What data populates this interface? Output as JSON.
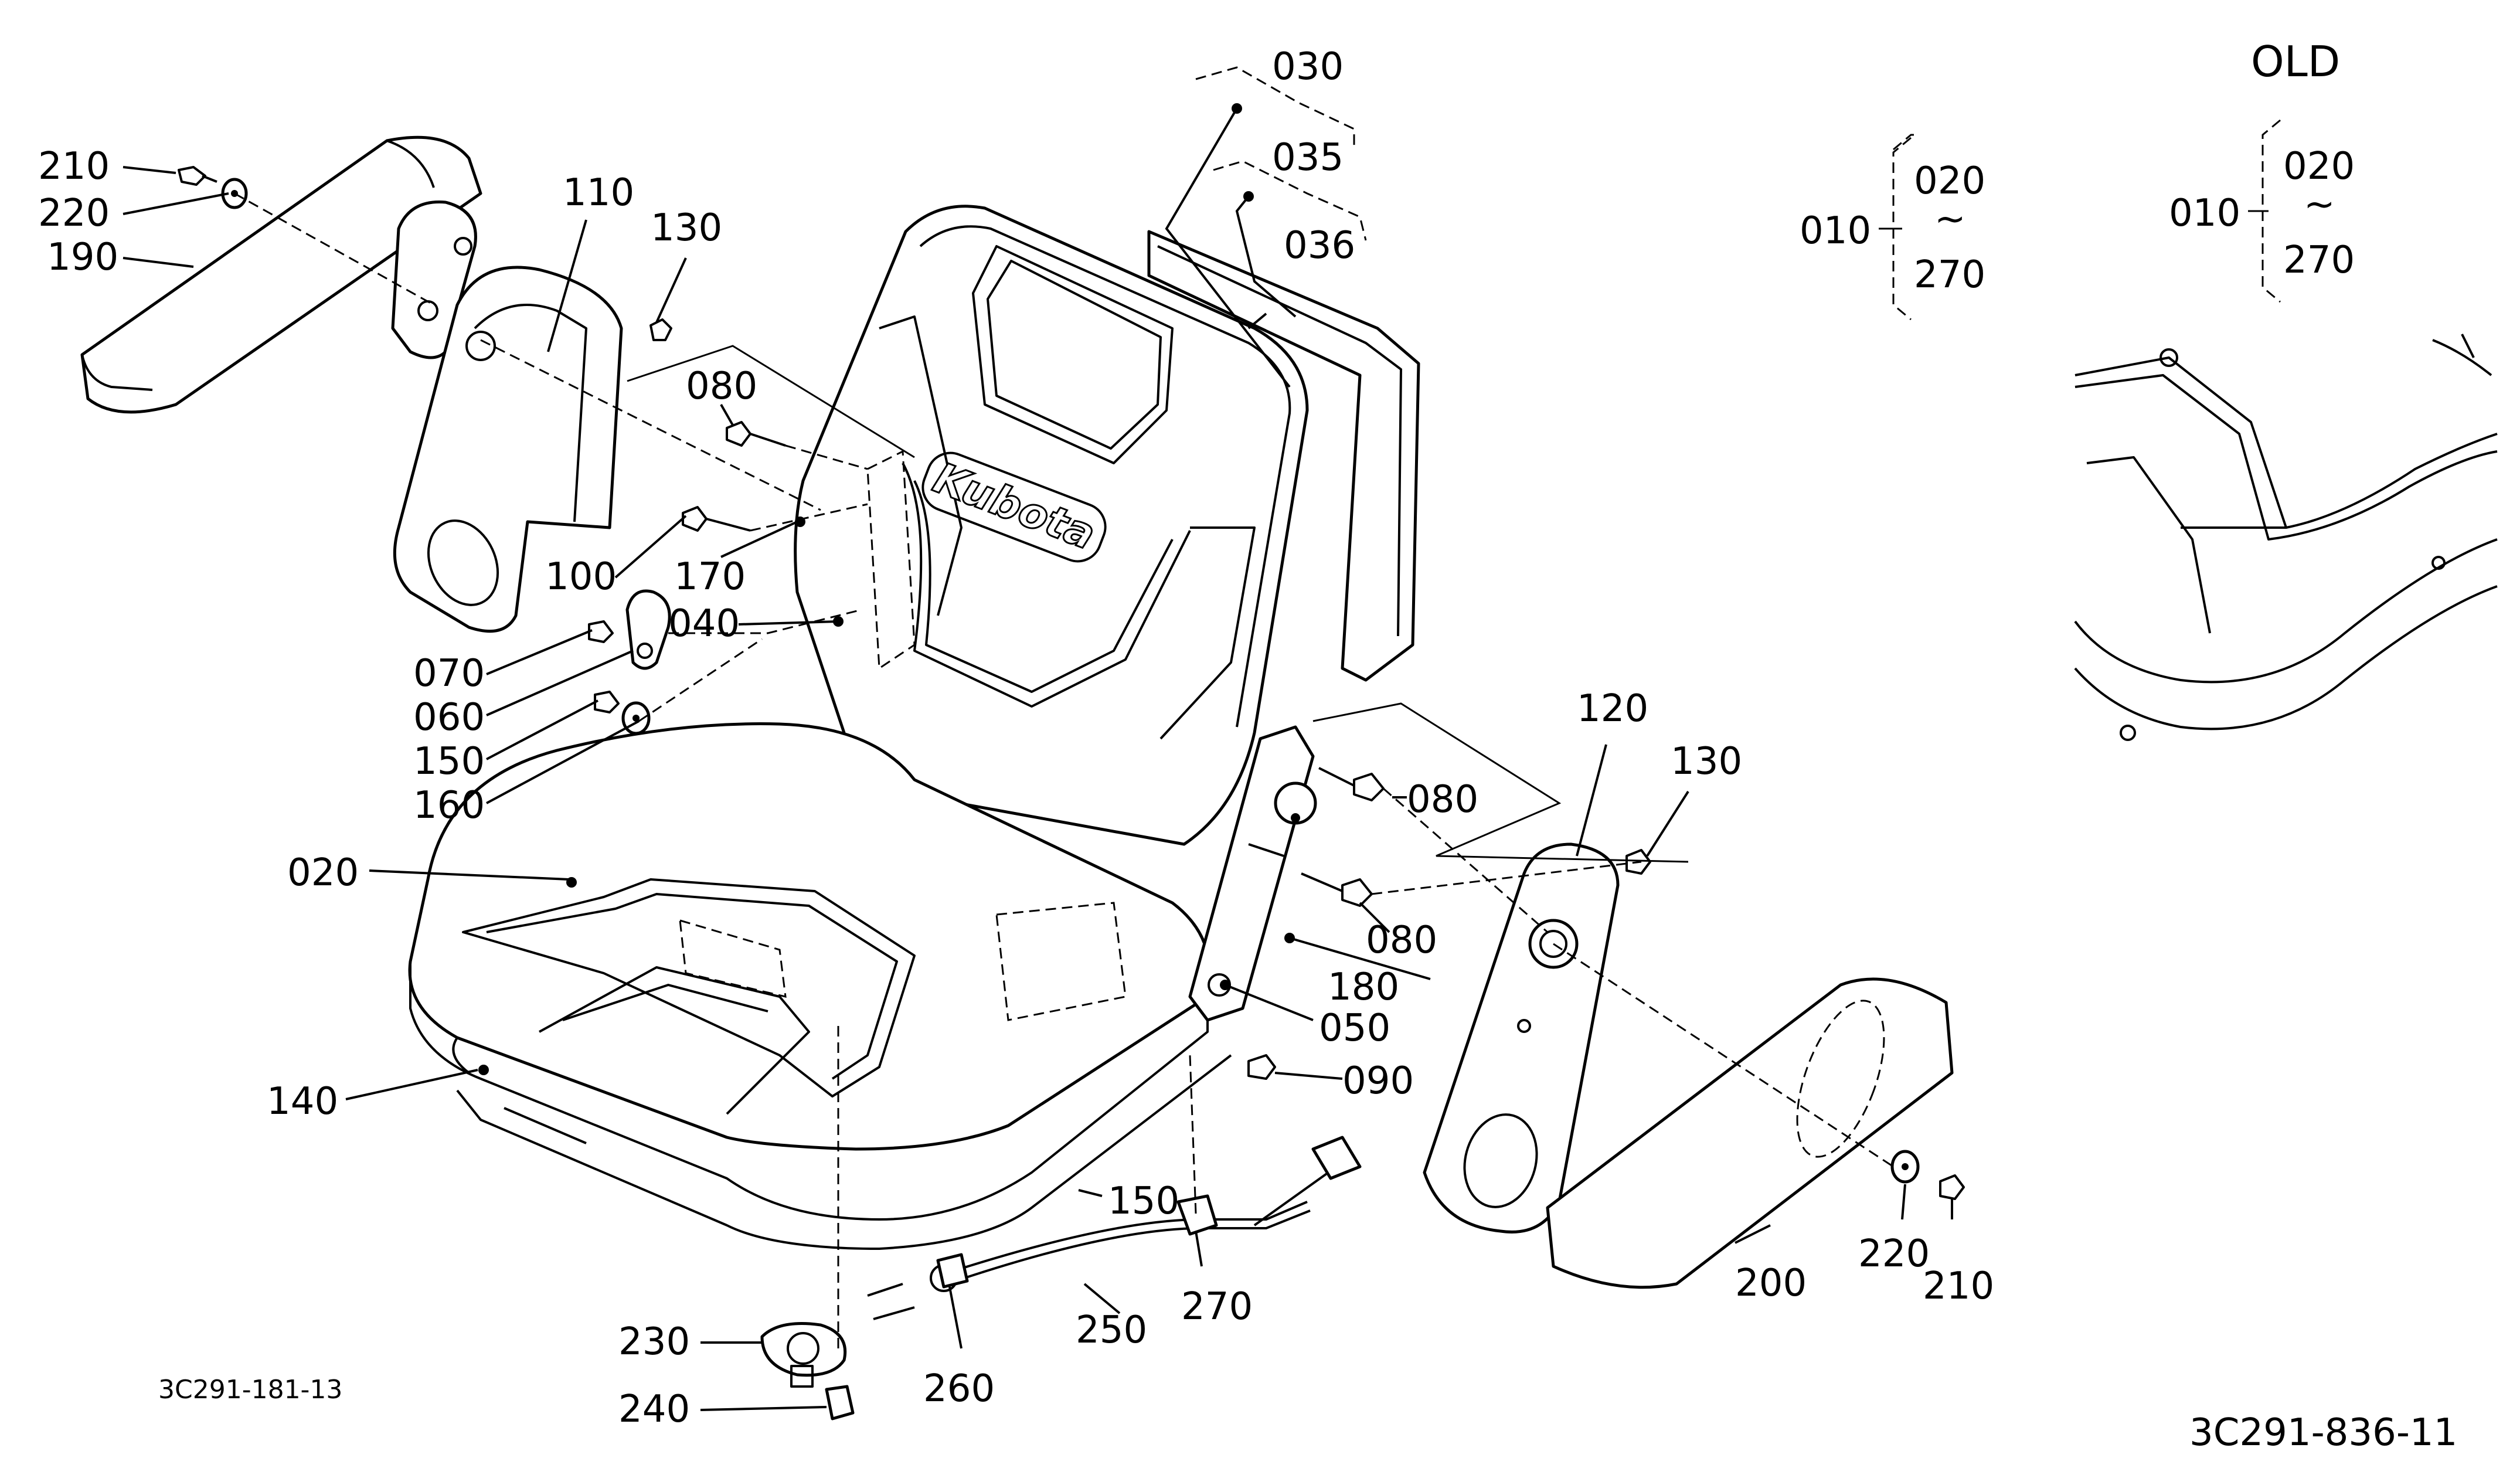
{
  "drawing_numbers": {
    "main": "3C291-181-13",
    "inset": "3C291-836-11"
  },
  "inset_label": "OLD",
  "kubota_logo": "Kubota",
  "callouts": {
    "c030": "030",
    "c035": "035",
    "c036": "036",
    "c210_left": "210",
    "c220_left": "220",
    "c190": "190",
    "c110": "110",
    "c130_left": "130",
    "c080_top": "080",
    "c100": "100",
    "c170": "170",
    "c040": "040",
    "c070": "070",
    "c060": "060",
    "c150_left": "150",
    "c160": "160",
    "c020": "020",
    "c140": "140",
    "c120": "120",
    "c130_right": "130",
    "c080_right1": "080",
    "c080_right2": "080",
    "c180": "180",
    "c050": "050",
    "c090": "090",
    "c150_bottom": "150",
    "c270": "270",
    "c250": "250",
    "c260": "260",
    "c230": "230",
    "c240": "240",
    "c200": "200",
    "c220_right": "220",
    "c210_right": "210"
  },
  "assembly_main": {
    "code": "010",
    "from": "020",
    "tilde": "~",
    "to": "270"
  },
  "assembly_old": {
    "code": "010",
    "from": "020",
    "tilde": "~",
    "to": "270"
  }
}
